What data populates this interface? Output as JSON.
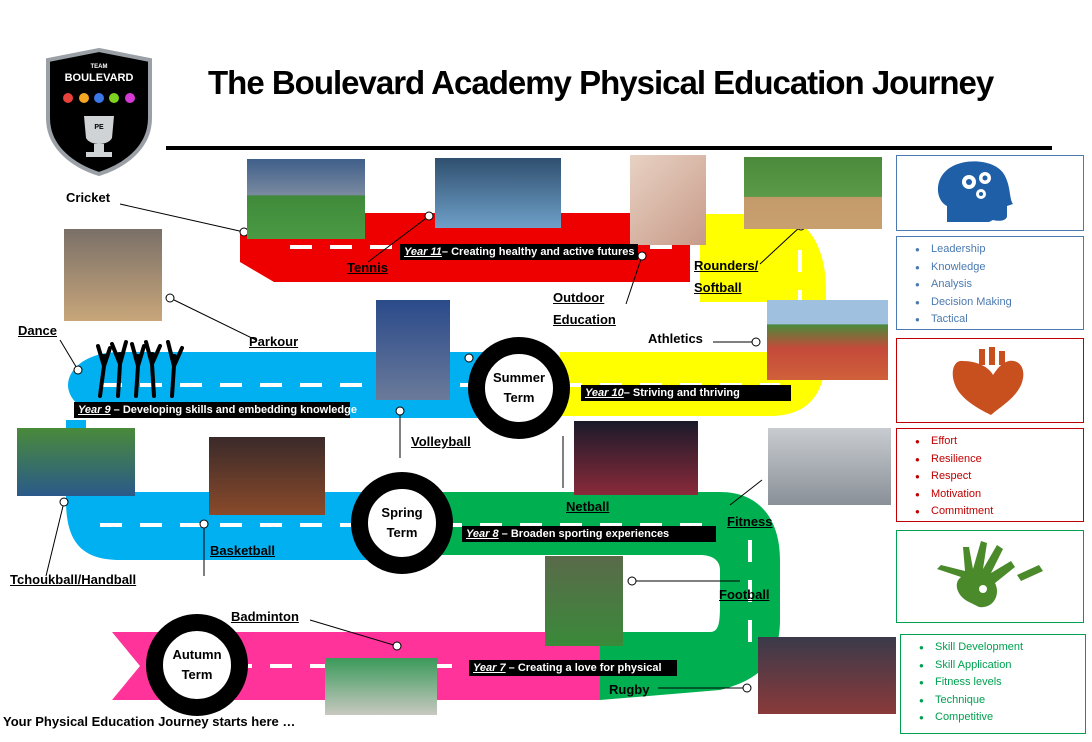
{
  "title": "The Boulevard Academy Physical Education Journey",
  "logo": {
    "line1": "TEAM",
    "line2": "BOULEVARD",
    "line3": "PE"
  },
  "colors": {
    "year11": "#ee0000",
    "year10": "#ffff00",
    "year9": "#00b0f0",
    "year8": "#00b050",
    "year7": "#ff3399",
    "head_border": "#4a7ab0",
    "heart_border": "#c00000",
    "hand_border": "#00a050"
  },
  "terms": {
    "summer": [
      "Summer",
      "Term"
    ],
    "spring": [
      "Spring",
      "Term"
    ],
    "autumn": [
      "Autumn",
      "Term"
    ]
  },
  "banners": {
    "y11": {
      "year": "Year 11",
      "text": "– Creating healthy and active futures"
    },
    "y10": {
      "year": "Year 10",
      "text": "– Striving and thriving"
    },
    "y9": {
      "year": "Year 9",
      "text": " – Developing skills and embedding knowledge"
    },
    "y8": {
      "year": "Year 8",
      "text": " – Broaden sporting experiences"
    },
    "y7": {
      "year": "Year 7",
      "text": " – Creating a love for physical"
    }
  },
  "activities": {
    "cricket": "Cricket",
    "tennis": "Tennis",
    "rounders": "Rounders/",
    "softball": "Softball",
    "outdoor1": "Outdoor",
    "outdoor2": "Education",
    "athletics": "Athletics",
    "dance": "Dance",
    "parkour": "Parkour",
    "volleyball": "Volleyball",
    "netball": "Netball",
    "fitness": "Fitness",
    "basketball": "Basketball",
    "tchoukball": "Tchoukball/Handball",
    "football": "Football",
    "badminton": "Badminton",
    "rugby": "Rugby"
  },
  "head_list": [
    "Leadership",
    "Knowledge",
    "Analysis",
    "Decision Making",
    "Tactical"
  ],
  "heart_list": [
    "Effort",
    "Resilience",
    "Respect",
    "Motivation",
    "Commitment"
  ],
  "hand_list": [
    "Skill Development",
    "Skill Application",
    "Fitness levels",
    "Technique",
    "Competitive"
  ],
  "footer": "Your Physical Education Journey starts here …"
}
